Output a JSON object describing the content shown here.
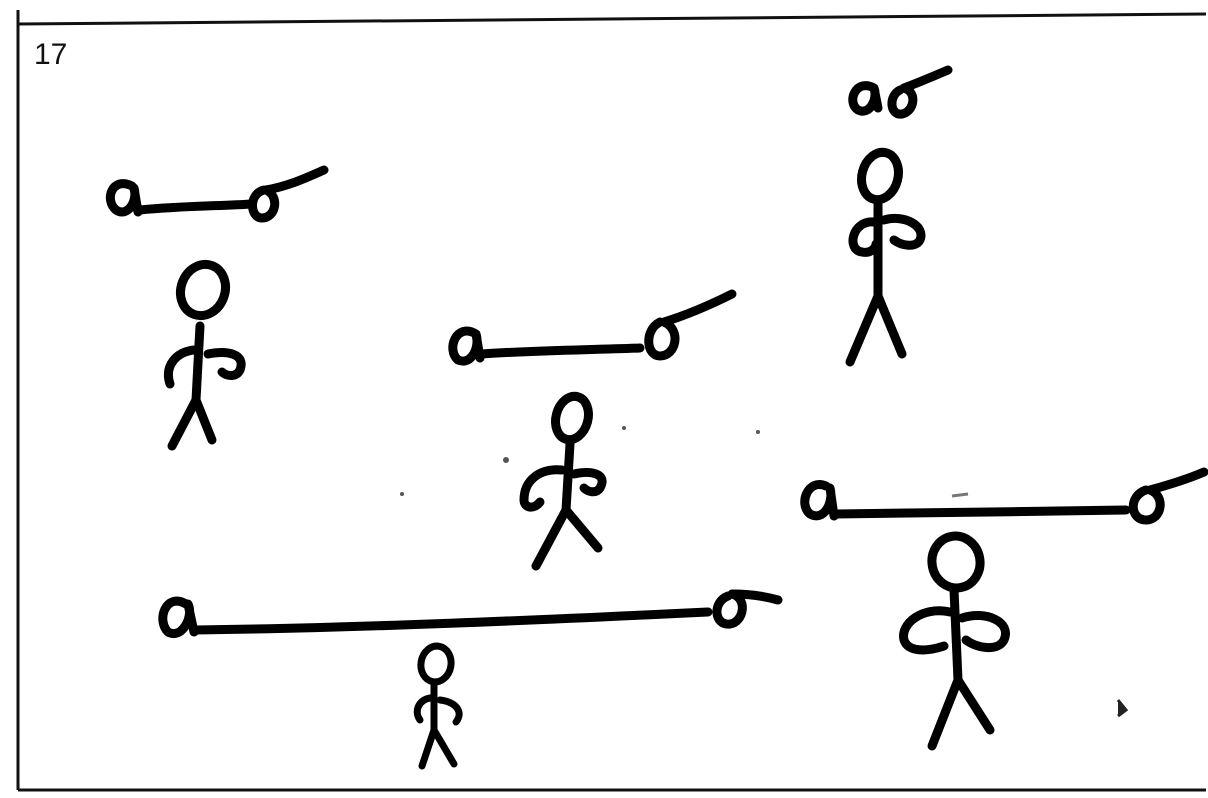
{
  "panel": {
    "number": "17"
  },
  "drawing": {
    "ink_color": "#000000",
    "paper_color": "#ffffff",
    "figures": [
      {
        "name": "small-figure-top-left",
        "line_label": "a—o"
      },
      {
        "name": "figure-center",
        "line_label": "a—o"
      },
      {
        "name": "figure-top-right",
        "line_label": "ao"
      },
      {
        "name": "figure-right",
        "line_label": "a—o"
      },
      {
        "name": "tiny-figure-bottom",
        "line_label": "a—o"
      }
    ]
  }
}
